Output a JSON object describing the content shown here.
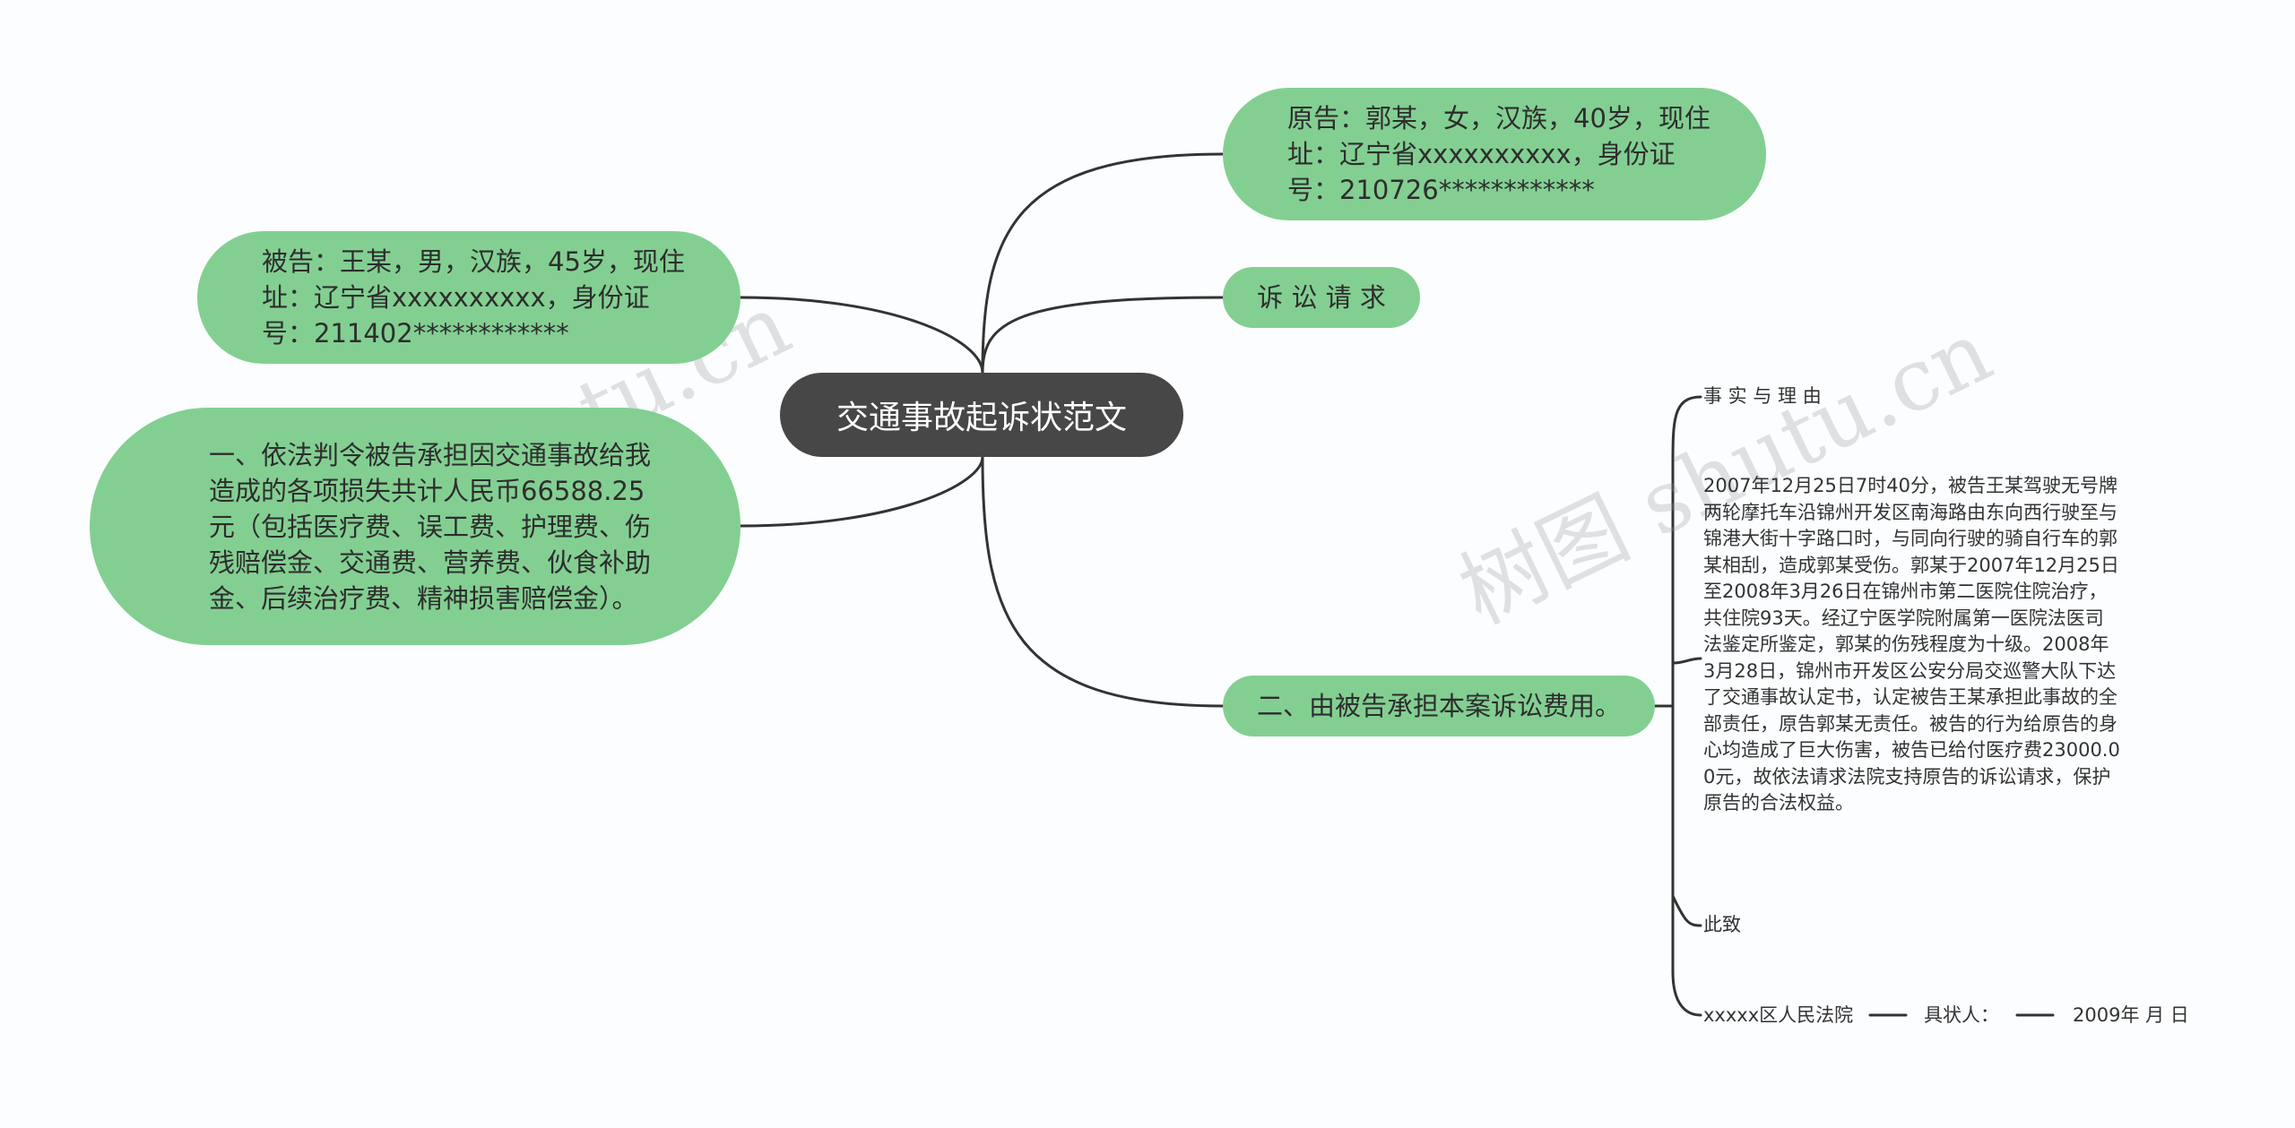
{
  "center": {
    "label": "交通事故起诉状范文"
  },
  "plaintiff": {
    "label": "原告：郭某，女，汉族，40岁，现住址：辽宁省xxxxxxxxxx，身份证号：210726************"
  },
  "claims": {
    "label": "诉 讼 请 求"
  },
  "defendant": {
    "label": "被告：王某，男，汉族，45岁，现住址：辽宁省xxxxxxxxxx，身份证号：211402************"
  },
  "claim1": {
    "label": "一、依法判令被告承担因交通事故给我造成的各项损失共计人民币66588.25元（包括医疗费、误工费、护理费、伤残赔偿金、交通费、营养费、伙食补助金、后续治疗费、精神损害赔偿金）。"
  },
  "claim2": {
    "label": "二、由被告承担本案诉讼费用。"
  },
  "facts": {
    "title": "事 实 与 理 由",
    "body": " 2007年12月25日7时40分，被告王某驾驶无号牌两轮摩托车沿锦州开发区南海路由东向西行驶至与锦港大街十字路口时，与同向行驶的骑自行车的郭某相刮，造成郭某受伤。郭某于2007年12月25日至2008年3月26日在锦州市第二医院住院治疗，共住院93天。经辽宁医学院附属第一医院法医司法鉴定所鉴定，郭某的伤残程度为十级。2008年3月28日，锦州市开发区公安分局交巡警大队下达了交通事故认定书，认定被告王某承担此事故的全部责任，原告郭某无责任。被告的行为给原告的身心均造成了巨大伤害，被告已给付医疗费23000.00元，故依法请求法院支持原告的诉讼请求，保护原告的合法权益。",
    "closing": "此致",
    "court": "xxxxx区人民法院",
    "signer": "具状人：",
    "date": "2009年 月 日"
  },
  "watermarks": [
    "树图 shutu.cn",
    "树图 shutu.cn"
  ],
  "colors": {
    "node": "#83cf92",
    "center": "#474747",
    "line": "#333333",
    "background": "#fbfdff"
  }
}
